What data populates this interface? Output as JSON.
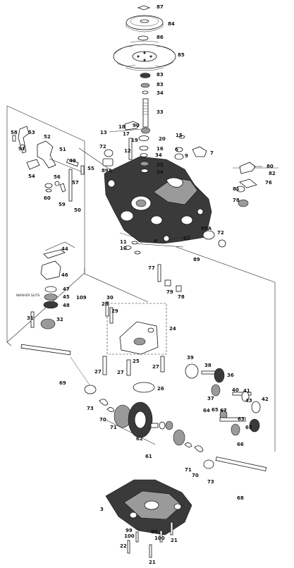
{
  "diagram": {
    "callouts": [
      {
        "id": "c87",
        "text": "87"
      },
      {
        "id": "c84",
        "text": "84"
      },
      {
        "id": "c86",
        "text": "86"
      },
      {
        "id": "c85",
        "text": "85"
      },
      {
        "id": "c83a",
        "text": "83"
      },
      {
        "id": "c83b",
        "text": "83"
      },
      {
        "id": "c34a",
        "text": "34"
      },
      {
        "id": "c33",
        "text": "33"
      },
      {
        "id": "c58",
        "text": "58"
      },
      {
        "id": "c53",
        "text": "53"
      },
      {
        "id": "c52",
        "text": "52"
      },
      {
        "id": "c91",
        "text": "91"
      },
      {
        "id": "c51",
        "text": "51"
      },
      {
        "id": "c54",
        "text": "54"
      },
      {
        "id": "c49",
        "text": "49"
      },
      {
        "id": "c56",
        "text": "56"
      },
      {
        "id": "c57",
        "text": "57"
      },
      {
        "id": "c60",
        "text": "60"
      },
      {
        "id": "c55",
        "text": "55"
      },
      {
        "id": "c59",
        "text": "59"
      },
      {
        "id": "c50",
        "text": "50"
      },
      {
        "id": "c18",
        "text": "18"
      },
      {
        "id": "c90",
        "text": "90"
      },
      {
        "id": "c13",
        "text": "13"
      },
      {
        "id": "c17",
        "text": "17"
      },
      {
        "id": "c20",
        "text": "20"
      },
      {
        "id": "c19",
        "text": "19"
      },
      {
        "id": "c16",
        "text": "16"
      },
      {
        "id": "c12",
        "text": "12"
      },
      {
        "id": "c34b",
        "text": "34"
      },
      {
        "id": "c35",
        "text": "35"
      },
      {
        "id": "c34c",
        "text": "34"
      },
      {
        "id": "c15",
        "text": "15"
      },
      {
        "id": "c6",
        "text": "6"
      },
      {
        "id": "c9",
        "text": "9"
      },
      {
        "id": "c7",
        "text": "7"
      },
      {
        "id": "c72a",
        "text": "72"
      },
      {
        "id": "c89Aa",
        "text": "89A"
      },
      {
        "id": "c80",
        "text": "80"
      },
      {
        "id": "c82",
        "text": "82"
      },
      {
        "id": "c76",
        "text": "76"
      },
      {
        "id": "c81",
        "text": "81"
      },
      {
        "id": "c78",
        "text": "78"
      },
      {
        "id": "c89Ab",
        "text": "89A"
      },
      {
        "id": "c72b",
        "text": "72"
      },
      {
        "id": "c62",
        "text": "62"
      },
      {
        "id": "c11",
        "text": "11"
      },
      {
        "id": "c10",
        "text": "10"
      },
      {
        "id": "c8",
        "text": "8"
      },
      {
        "id": "c89",
        "text": "89"
      },
      {
        "id": "c44",
        "text": "44"
      },
      {
        "id": "c46",
        "text": "46"
      },
      {
        "id": "c47",
        "text": "47"
      },
      {
        "id": "c45",
        "text": "45"
      },
      {
        "id": "c48",
        "text": "48"
      },
      {
        "id": "c109",
        "text": "109"
      },
      {
        "id": "c77",
        "text": "77"
      },
      {
        "id": "c79",
        "text": "79"
      },
      {
        "id": "c78b",
        "text": "78"
      },
      {
        "id": "c30",
        "text": "30"
      },
      {
        "id": "c28",
        "text": "28"
      },
      {
        "id": "c29",
        "text": "29"
      },
      {
        "id": "c31",
        "text": "31"
      },
      {
        "id": "c32",
        "text": "32"
      },
      {
        "id": "c24",
        "text": "24"
      },
      {
        "id": "c25",
        "text": "25"
      },
      {
        "id": "c27a",
        "text": "27"
      },
      {
        "id": "c27b",
        "text": "27"
      },
      {
        "id": "c27c",
        "text": "27"
      },
      {
        "id": "c39",
        "text": "39"
      },
      {
        "id": "c38",
        "text": "38"
      },
      {
        "id": "c36",
        "text": "36"
      },
      {
        "id": "c37",
        "text": "37"
      },
      {
        "id": "c69",
        "text": "69"
      },
      {
        "id": "c26",
        "text": "26"
      },
      {
        "id": "c40",
        "text": "40"
      },
      {
        "id": "c41",
        "text": "41"
      },
      {
        "id": "c43",
        "text": "43"
      },
      {
        "id": "c42",
        "text": "42"
      },
      {
        "id": "c64",
        "text": "64"
      },
      {
        "id": "c65a",
        "text": "65"
      },
      {
        "id": "c67",
        "text": "67"
      },
      {
        "id": "c63",
        "text": "63"
      },
      {
        "id": "c65b",
        "text": "65"
      },
      {
        "id": "c66",
        "text": "66"
      },
      {
        "id": "c73a",
        "text": "73"
      },
      {
        "id": "c70a",
        "text": "70"
      },
      {
        "id": "c71a",
        "text": "71"
      },
      {
        "id": "c62b",
        "text": "62"
      },
      {
        "id": "c61",
        "text": "61"
      },
      {
        "id": "c71b",
        "text": "71"
      },
      {
        "id": "c70b",
        "text": "70"
      },
      {
        "id": "c73b",
        "text": "73"
      },
      {
        "id": "c68",
        "text": "68"
      },
      {
        "id": "c3",
        "text": "3"
      },
      {
        "id": "c99a",
        "text": "99"
      },
      {
        "id": "c100a",
        "text": "100"
      },
      {
        "id": "c99b",
        "text": "99"
      },
      {
        "id": "c100b",
        "text": "100"
      },
      {
        "id": "c21a",
        "text": "21"
      },
      {
        "id": "c22",
        "text": "22"
      },
      {
        "id": "c21b",
        "text": "21"
      }
    ],
    "notes": {
      "washer_note": "WASHER SLITS"
    }
  }
}
